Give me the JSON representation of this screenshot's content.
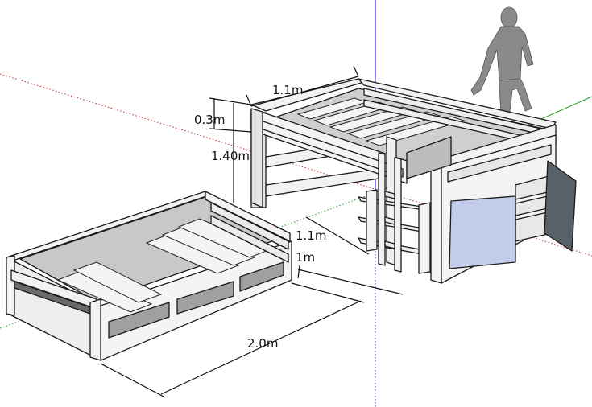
{
  "colors": {
    "background": "#ffffff",
    "x_axis": "#c03030",
    "y_axis": "#20a020",
    "z_axis": "#2020d0",
    "wood": "#f2f2f2",
    "panel_shadow": "#a0a0a0",
    "mattress": "#c8c8c8",
    "door_light": "#c4ccec",
    "door_dark": "#5a6068",
    "figure": "#8a8a8a"
  },
  "icons": {
    "scale_figure": "person-figure-icon"
  },
  "dimensions": {
    "loft_width": "1.1m",
    "rail_height": "0.3m",
    "loft_height": "1.40m",
    "loft_depth_a": "1.1m",
    "loft_depth_b": "1m",
    "bed_length": "2.0m"
  }
}
